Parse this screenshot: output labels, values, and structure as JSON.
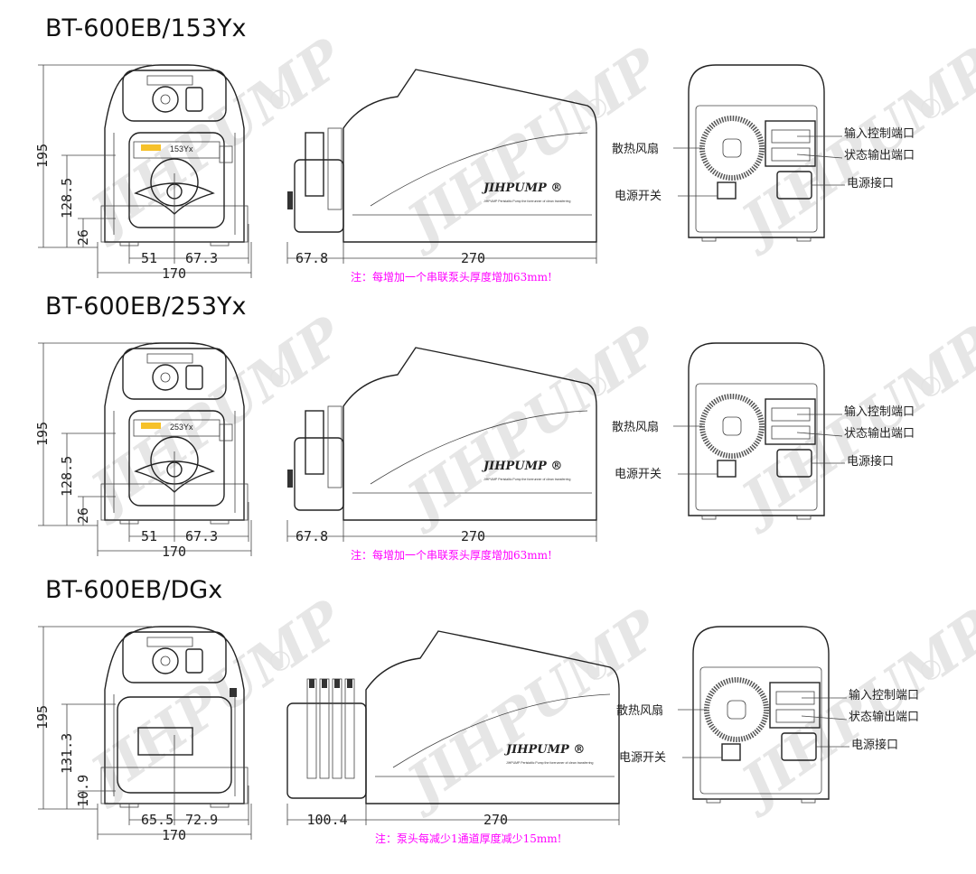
{
  "models": [
    {
      "title": "BT-600EB/153Yx",
      "head_label": "153Yx",
      "front_dims": {
        "height": "195",
        "head_center_height": "128.5",
        "base_height": "26",
        "left_offset": "51",
        "right_offset": "67.3",
        "width": "170"
      },
      "side_dims": {
        "head_depth": "67.8",
        "body_depth": "270"
      },
      "note": "注：每增加一个串联泵头厚度增加63mm!"
    },
    {
      "title": "BT-600EB/253Yx",
      "head_label": "253Yx",
      "front_dims": {
        "height": "195",
        "head_center_height": "128.5",
        "base_height": "26",
        "left_offset": "51",
        "right_offset": "67.3",
        "width": "170"
      },
      "side_dims": {
        "head_depth": "67.8",
        "body_depth": "270"
      },
      "note": "注：每增加一个串联泵头厚度增加63mm!"
    },
    {
      "title": "BT-600EB/DGx",
      "head_label": "",
      "front_dims": {
        "height": "195",
        "head_center_height": "131.3",
        "base_height": "10.9",
        "left_offset": "65.5",
        "right_offset": "72.9",
        "width": "170"
      },
      "side_dims": {
        "head_depth": "100.4",
        "body_depth": "270"
      },
      "note": "注：泵头每减少1通道厚度减少15mm!"
    }
  ],
  "rear_labels": {
    "fan": "散热风扇",
    "input_port": "输入控制端口",
    "output_port": "状态输出端口",
    "power_socket": "电源接口",
    "power_switch": "电源开关"
  },
  "brand": {
    "logo": "JIHPUMP",
    "tagline": "JIHPUMP Peristaltic Pump the forerunner of clean transferring",
    "watermark": "JIHPUMP"
  }
}
